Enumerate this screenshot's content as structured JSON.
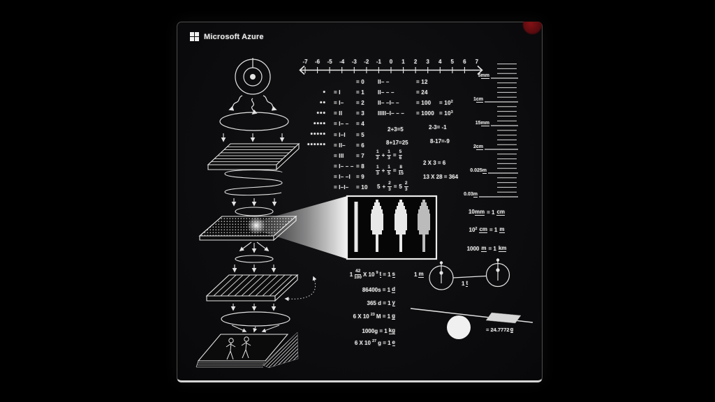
{
  "colors": {
    "background": "#000000",
    "plaque": "#0e0e10",
    "etch": "#ececec",
    "red_seal": "#6b0d11",
    "beam": "#ffffff"
  },
  "logo": {
    "label": "Microsoft Azure"
  },
  "number_line": {
    "labels": [
      "-7",
      "-6",
      "-5",
      "-4",
      "-3",
      "-2",
      "-1",
      "0",
      "1",
      "2",
      "3",
      "4",
      "5",
      "6",
      "7"
    ]
  },
  "counting": {
    "rows": [
      {
        "dots": "",
        "bin": "",
        "val": "= 0"
      },
      {
        "dots": "•",
        "bin": "= I",
        "val": "= 1"
      },
      {
        "dots": "••",
        "bin": "= I–",
        "val": "= 2"
      },
      {
        "dots": "•••",
        "bin": "= II",
        "val": "= 3"
      },
      {
        "dots": "••••",
        "bin": "= I– –",
        "val": "= 4"
      },
      {
        "dots": "•••••",
        "bin": "= I–I",
        "val": "= 5"
      },
      {
        "dots": "••••••",
        "bin": "= II–",
        "val": "= 6"
      },
      {
        "dots": "",
        "bin": "= III",
        "val": "= 7"
      },
      {
        "dots": "",
        "bin": "= I– – –",
        "val": "= 8"
      },
      {
        "dots": "",
        "bin": "= I– –I",
        "val": "= 9"
      },
      {
        "dots": "",
        "bin": "= I–I–",
        "val": "= 10"
      }
    ],
    "extra": [
      {
        "bin": "II– –",
        "val": "= 12",
        "powb": "",
        "powe": ""
      },
      {
        "bin": "II– – –",
        "val": "= 24",
        "powb": "",
        "powe": ""
      },
      {
        "bin": "II– –I– –",
        "val": "= 100",
        "powb": "= 10",
        "powe": "2"
      },
      {
        "bin": "IIIII–I– – –",
        "val": "= 1000",
        "powb": "= 10",
        "powe": "3"
      }
    ]
  },
  "arithmetic": {
    "add1": "2+3=5",
    "sub1": "2-3= -1",
    "add2": "8+17=25",
    "sub2": "8-17=-9",
    "mul1": "2 X 3 = 6",
    "mul2": "13 X 28 = 364"
  },
  "fractions": {
    "f1": {
      "n1": "1",
      "d1": "2",
      "op": "+",
      "n2": "1",
      "d2": "3",
      "eq": "=",
      "n3": "5",
      "d3": "6"
    },
    "f2": {
      "n1": "1",
      "d1": "3",
      "op": "+",
      "n2": "1",
      "d2": "5",
      "eq": "=",
      "n3": "8",
      "d3": "15"
    },
    "f3": {
      "w1": "5",
      "op": "+",
      "n1": "2",
      "d1": "3",
      "eq": "=",
      "w2": "5",
      "n2": "2",
      "d2": "3"
    }
  },
  "ruler": {
    "labels": [
      {
        "n": "5",
        "u": "mm"
      },
      {
        "n": "1",
        "u": "cm"
      },
      {
        "n": "15",
        "u": "mm"
      },
      {
        "n": "2",
        "u": "cm"
      },
      {
        "n": "0.025",
        "u": "m"
      },
      {
        "n": "0.03",
        "u": "m"
      }
    ]
  },
  "conversions": {
    "c1": {
      "a": "10",
      "u1": "mm",
      "b": "= 1",
      "u2": "cm"
    },
    "c2": {
      "a": "10",
      "exp": "2",
      "u1": "cm",
      "b": "= 1",
      "u2": "m"
    },
    "c3": {
      "a": "1000",
      "u1": "m",
      "b": "= 1",
      "u2": "km"
    }
  },
  "time_mass": {
    "l1": {
      "w": "1",
      "n": "42",
      "d": "100",
      "x": "X 10",
      "exp": "9",
      "t": "t",
      "eq": "= 1",
      "u": "s"
    },
    "l2": {
      "a": "86400s = 1",
      "u": "d"
    },
    "l3": {
      "a": "365 d = 1",
      "u": "y"
    },
    "l4": {
      "a": "6 X 10",
      "exp": "23",
      "b": "M = 1",
      "u": "g"
    },
    "l5": {
      "a": "1000g = 1",
      "u": "kg"
    },
    "l6": {
      "a": "6 X 10",
      "exp": "27",
      "b": "g = 1",
      "u": "e"
    }
  },
  "pendulum": {
    "left": {
      "a": "1",
      "u": "m"
    },
    "mid": {
      "a": "1",
      "u": "t"
    }
  },
  "balance": {
    "label": {
      "a": "= 24.7772",
      "u": "g"
    }
  }
}
